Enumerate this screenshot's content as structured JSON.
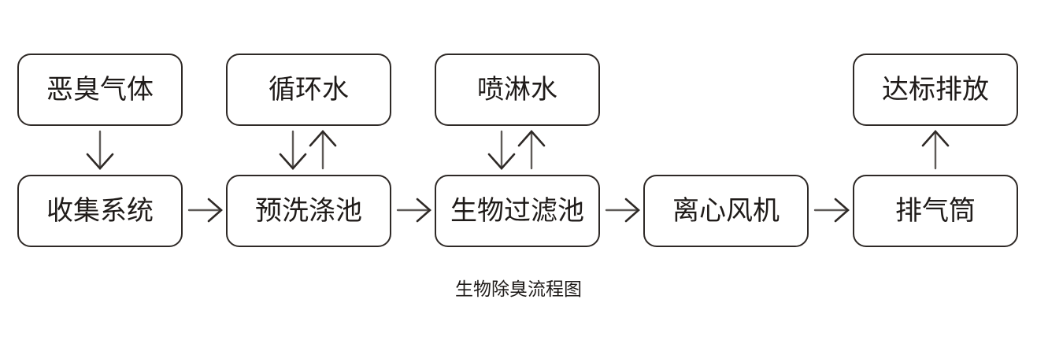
{
  "diagram": {
    "caption": "生物除臭流程图",
    "nodes": {
      "top": [
        {
          "id": "malodorous-gas",
          "label": "恶臭气体",
          "col": 0
        },
        {
          "id": "circulating-water",
          "label": "循环水",
          "col": 1
        },
        {
          "id": "spray-water",
          "label": "喷淋水",
          "col": 2
        },
        {
          "id": "compliant-discharge",
          "label": "达标排放",
          "col": 4
        }
      ],
      "bottom": [
        {
          "id": "collection-system",
          "label": "收集系统",
          "col": 0
        },
        {
          "id": "pre-wash-tank",
          "label": "预洗涤池",
          "col": 1
        },
        {
          "id": "biofilter-tank",
          "label": "生物过滤池",
          "col": 2
        },
        {
          "id": "centrifugal-fan",
          "label": "离心风机",
          "col": 3
        },
        {
          "id": "exhaust-stack",
          "label": "排气筒",
          "col": 4
        }
      ]
    },
    "edges": [
      {
        "from": "malodorous-gas",
        "to": "collection-system",
        "style": "down"
      },
      {
        "from": "circulating-water",
        "to": "pre-wash-tank",
        "style": "two-way"
      },
      {
        "from": "spray-water",
        "to": "biofilter-tank",
        "style": "two-way"
      },
      {
        "from": "collection-system",
        "to": "pre-wash-tank",
        "style": "right"
      },
      {
        "from": "pre-wash-tank",
        "to": "biofilter-tank",
        "style": "right"
      },
      {
        "from": "biofilter-tank",
        "to": "centrifugal-fan",
        "style": "right"
      },
      {
        "from": "centrifugal-fan",
        "to": "exhaust-stack",
        "style": "right"
      },
      {
        "from": "exhaust-stack",
        "to": "compliant-discharge",
        "style": "up"
      }
    ],
    "colors": {
      "background": "#ffffff",
      "box_border": "#2e2926",
      "text": "#1f1b19",
      "arrow_stem": "#5f5b58",
      "arrow_head": "#2e2926"
    }
  }
}
